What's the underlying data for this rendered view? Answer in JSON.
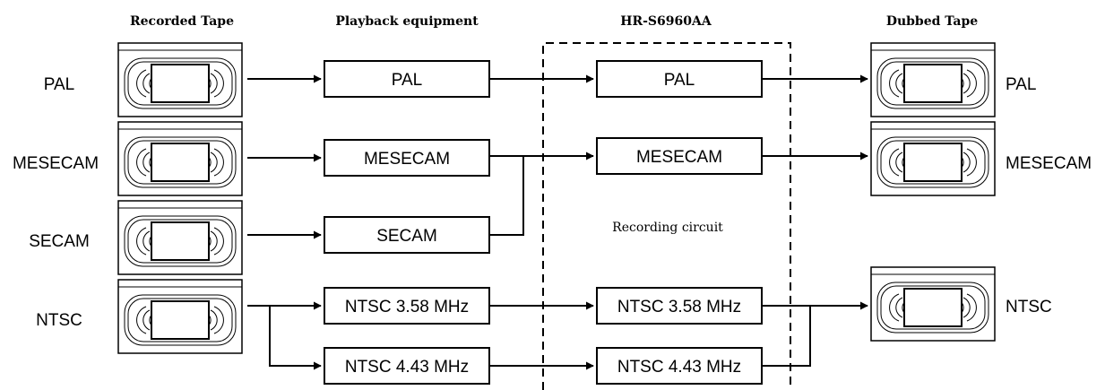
{
  "headers": {
    "recorded_tape": "Recorded Tape",
    "playback_equipment": "Playback equipment",
    "device": "HR-S6960AA",
    "dubbed_tape": "Dubbed Tape"
  },
  "source_labels": [
    "PAL",
    "MESECAM",
    "SECAM",
    "NTSC"
  ],
  "playback_boxes": [
    "PAL",
    "MESECAM",
    "SECAM",
    "NTSC 3.58 MHz",
    "NTSC 4.43 MHz"
  ],
  "device_boxes": [
    "PAL",
    "MESECAM",
    "NTSC 3.58 MHz",
    "NTSC 4.43 MHz"
  ],
  "device_note": "Recording circuit",
  "dubbed_labels": [
    "PAL",
    "MESECAM",
    "NTSC"
  ]
}
